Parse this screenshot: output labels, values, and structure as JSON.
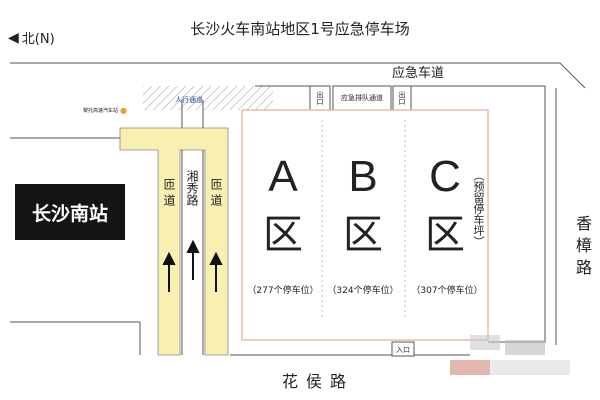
{
  "title": "长沙火车南站地区1号应急停车场",
  "north": {
    "icon": "arrow-left-icon",
    "label": "北(N)"
  },
  "roads": {
    "top": "应急车道",
    "right": "香樟路",
    "bottom": "花侯路",
    "middle": "湘秀路",
    "ramp_left": "匝道",
    "ramp_right": "匝道",
    "sidewalk": "人行通道"
  },
  "poi": {
    "icon": "location-pin-icon",
    "label": "黎托高速汽车站"
  },
  "station": "长沙南站",
  "gates": {
    "exit1": "出口",
    "queue": "应急排队通道",
    "exit2": "出口",
    "entrance": "入口"
  },
  "zones": [
    {
      "letter": "A",
      "suffix": "区",
      "count": "（277个停车位）"
    },
    {
      "letter": "B",
      "suffix": "区",
      "count": "（324个停车位）"
    },
    {
      "letter": "C",
      "suffix": "区",
      "count": "（307个停车位）"
    }
  ],
  "reserved": "（预留停车坪）",
  "colors": {
    "ramp": "#f7f0b0",
    "lot_border": "#e8a898",
    "station": "#141414"
  }
}
